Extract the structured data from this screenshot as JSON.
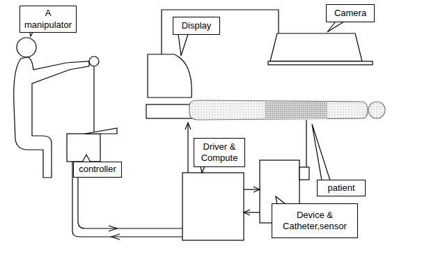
{
  "diagram": {
    "nodes": [
      {
        "text": [
          "A manipulator"
        ]
      },
      {
        "text": [
          "Camera"
        ]
      },
      {
        "text": [
          "Display"
        ]
      },
      {
        "text": [
          "controller"
        ]
      },
      {
        "text": [
          "Driver & Compute"
        ]
      },
      {
        "text": [
          "patient"
        ]
      },
      {
        "text": [
          "Device & Catheter,sensor"
        ]
      }
    ]
  }
}
